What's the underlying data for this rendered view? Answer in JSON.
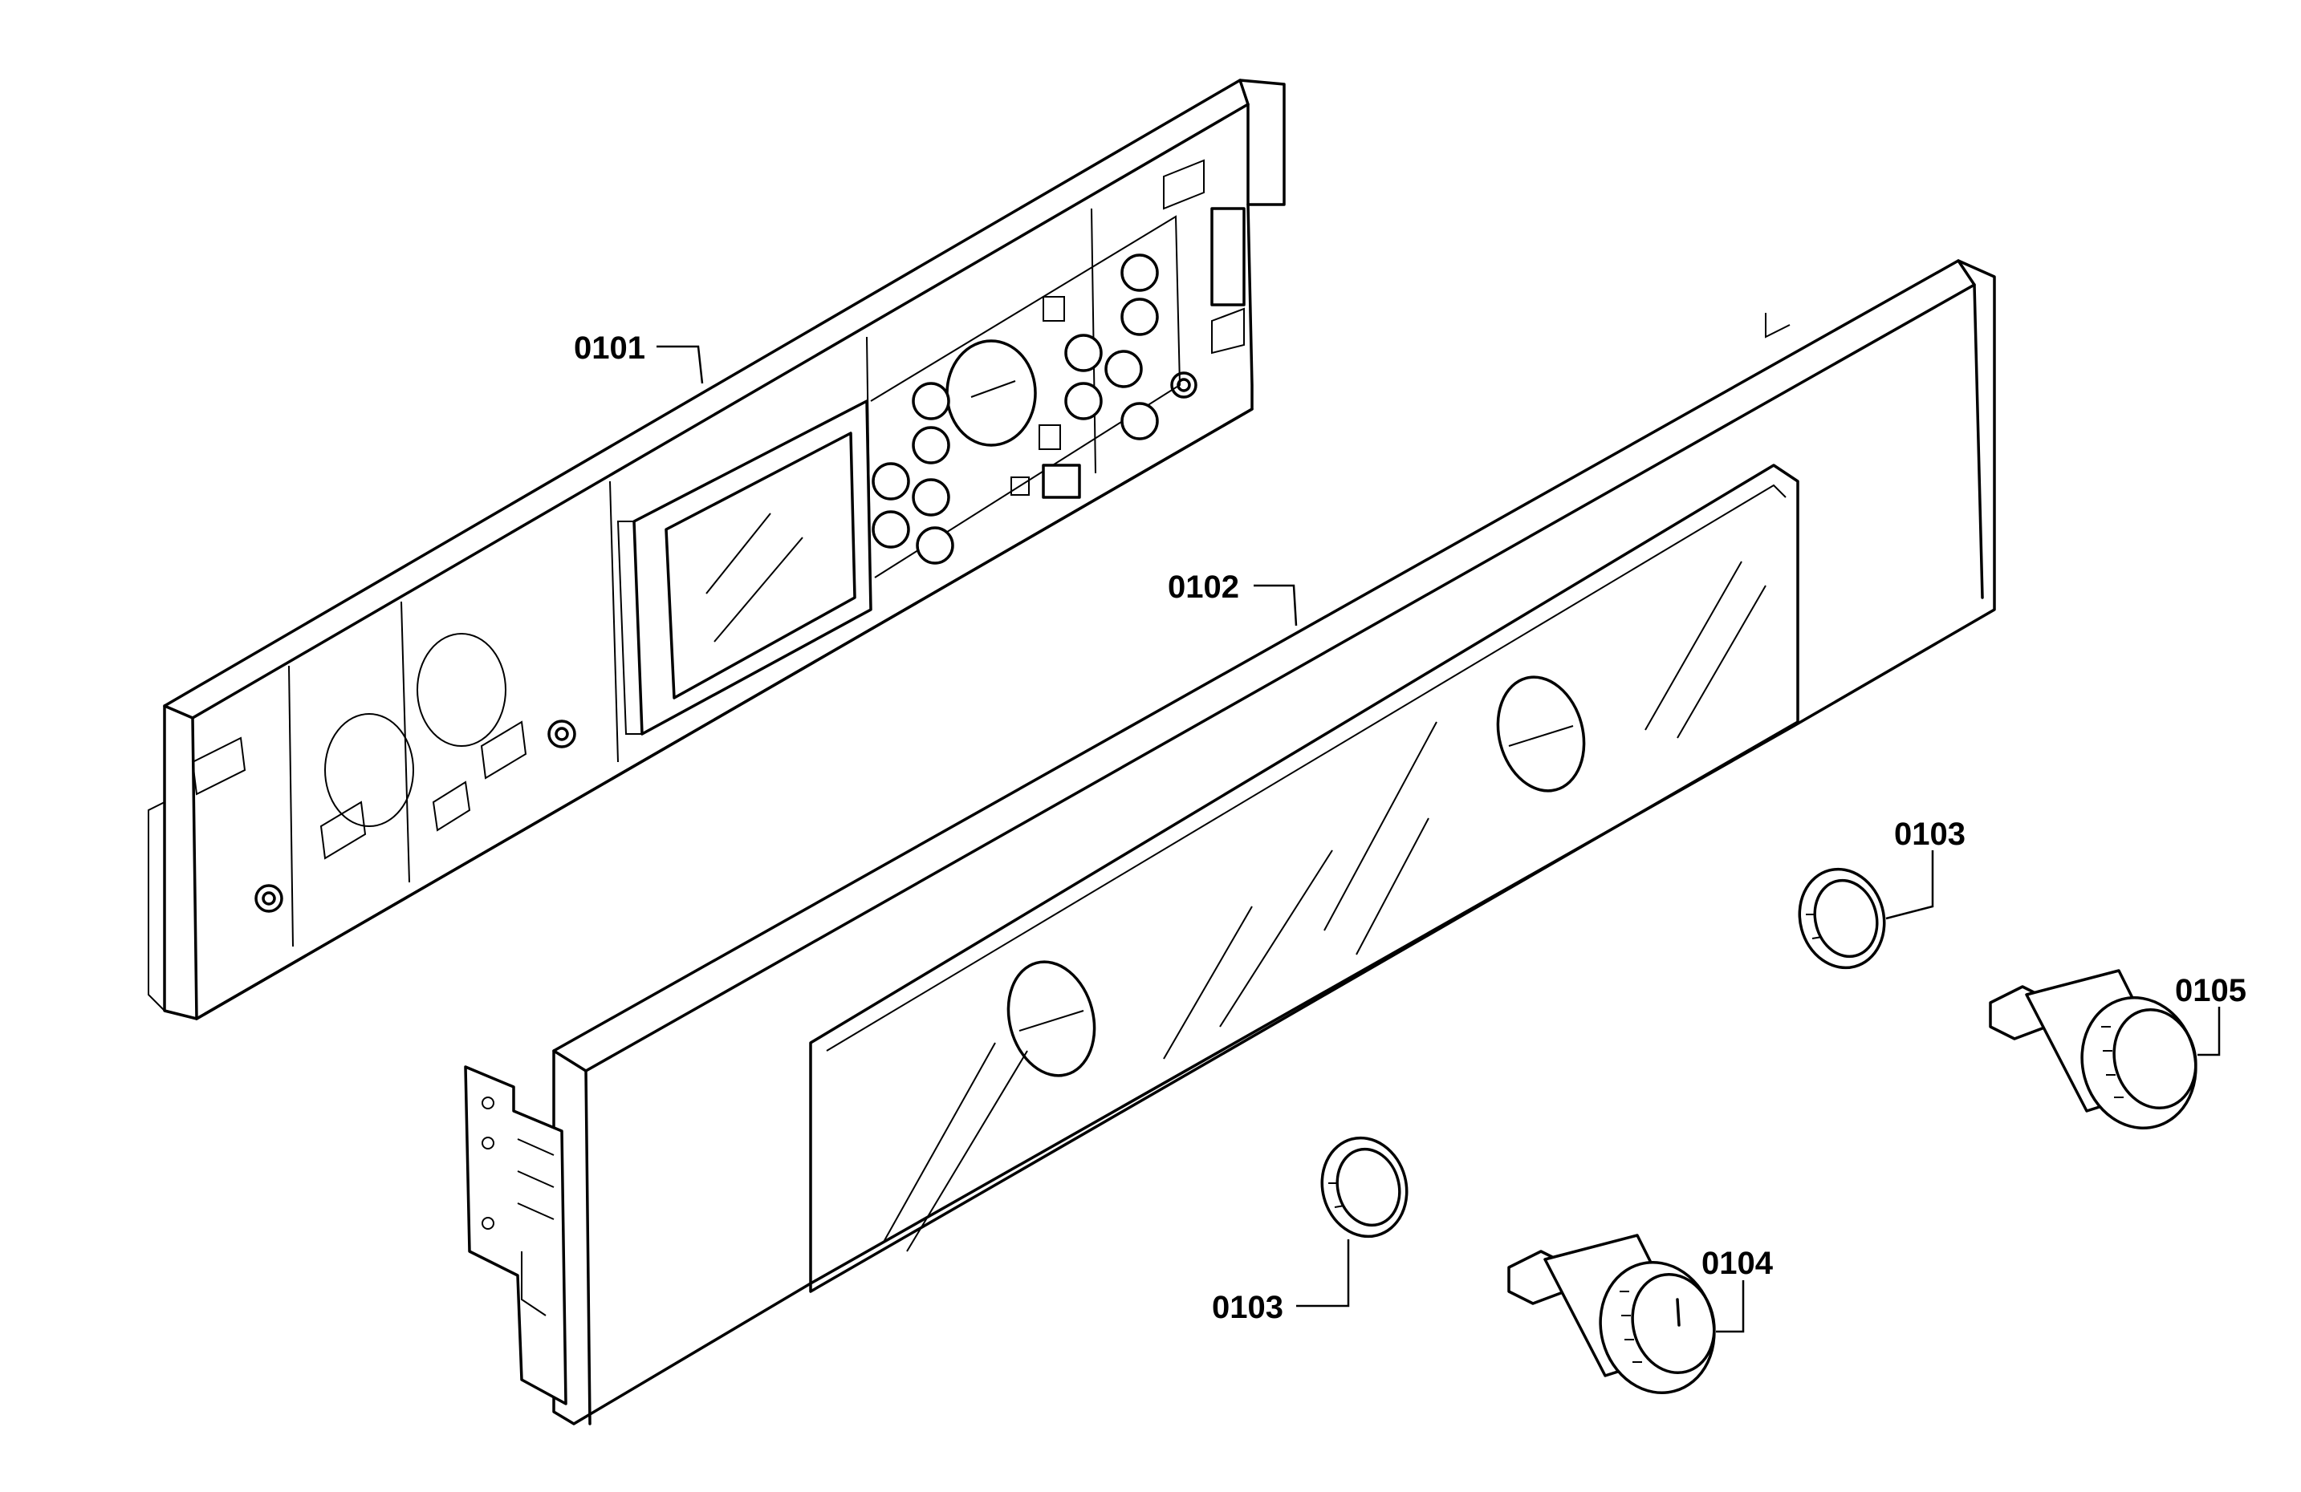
{
  "callouts": {
    "rear_panel": "0101",
    "front_fascia": "0102",
    "ring_upper": "0103",
    "ring_lower": "0103",
    "knob_left": "0104",
    "knob_right": "0105"
  }
}
